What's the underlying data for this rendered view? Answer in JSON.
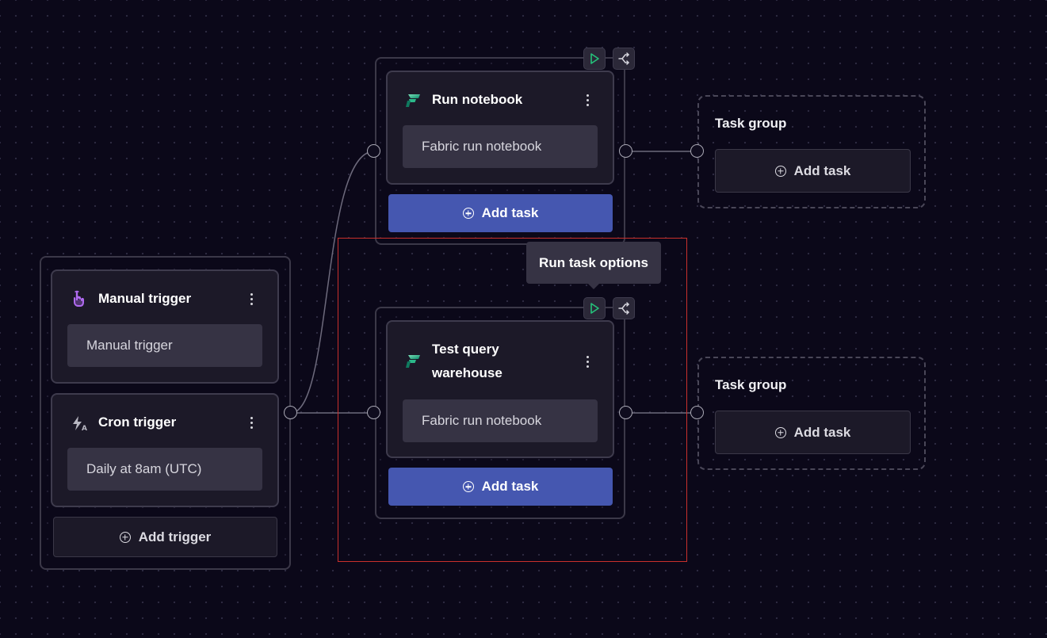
{
  "colors": {
    "background": "#0b0819",
    "primary_button": "#4557b0",
    "run_icon": "#25c27a",
    "manual_icon": "#b06af0",
    "selection_outline": "#c9302c"
  },
  "triggers": {
    "manual": {
      "title": "Manual trigger",
      "value": "Manual trigger",
      "icon": "hand-pointer-icon"
    },
    "cron": {
      "title": "Cron trigger",
      "value": "Daily at 8am (UTC)",
      "icon": "cron-bolt-icon"
    },
    "add_label": "Add trigger"
  },
  "tasks": {
    "top": {
      "title": "Run notebook",
      "type": "Fabric run notebook",
      "add_label": "Add task",
      "icon": "fabric-icon"
    },
    "bottom": {
      "title_line1": "Test query",
      "title_line2": "warehouse",
      "type": "Fabric run notebook",
      "add_label": "Add task",
      "icon": "fabric-icon"
    }
  },
  "task_groups": [
    {
      "title": "Task group",
      "add_label": "Add task"
    },
    {
      "title": "Task group",
      "add_label": "Add task"
    }
  ],
  "tooltip": {
    "text": "Run task options"
  }
}
